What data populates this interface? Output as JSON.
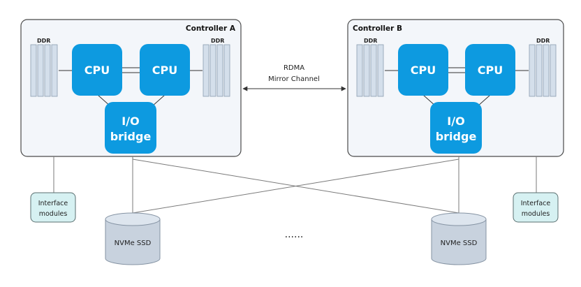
{
  "controller_a": {
    "title": "Controller A",
    "ddr_left": "DDR",
    "ddr_right": "DDR",
    "cpu_left": "CPU",
    "cpu_right": "CPU",
    "io_bridge_line1": "I/O",
    "io_bridge_line2": "bridge"
  },
  "controller_b": {
    "title": "Controller B",
    "ddr_left": "DDR",
    "ddr_right": "DDR",
    "cpu_left": "CPU",
    "cpu_right": "CPU",
    "io_bridge_line1": "I/O",
    "io_bridge_line2": "bridge"
  },
  "rdma": {
    "line1": "RDMA",
    "line2": "Mirror Channel"
  },
  "interface_left": {
    "line1": "Interface",
    "line2": "modules"
  },
  "interface_right": {
    "line1": "Interface",
    "line2": "modules"
  },
  "ssd_left": {
    "label": "NVMe SSD"
  },
  "ssd_right": {
    "label": "NVMe SSD"
  },
  "ellipsis": "......",
  "colors": {
    "chip": "#0d9ae0",
    "controller_fill": "#f3f6fa",
    "interface_fill": "#d6f1f2",
    "ssd_fill": "#c8d2de"
  }
}
